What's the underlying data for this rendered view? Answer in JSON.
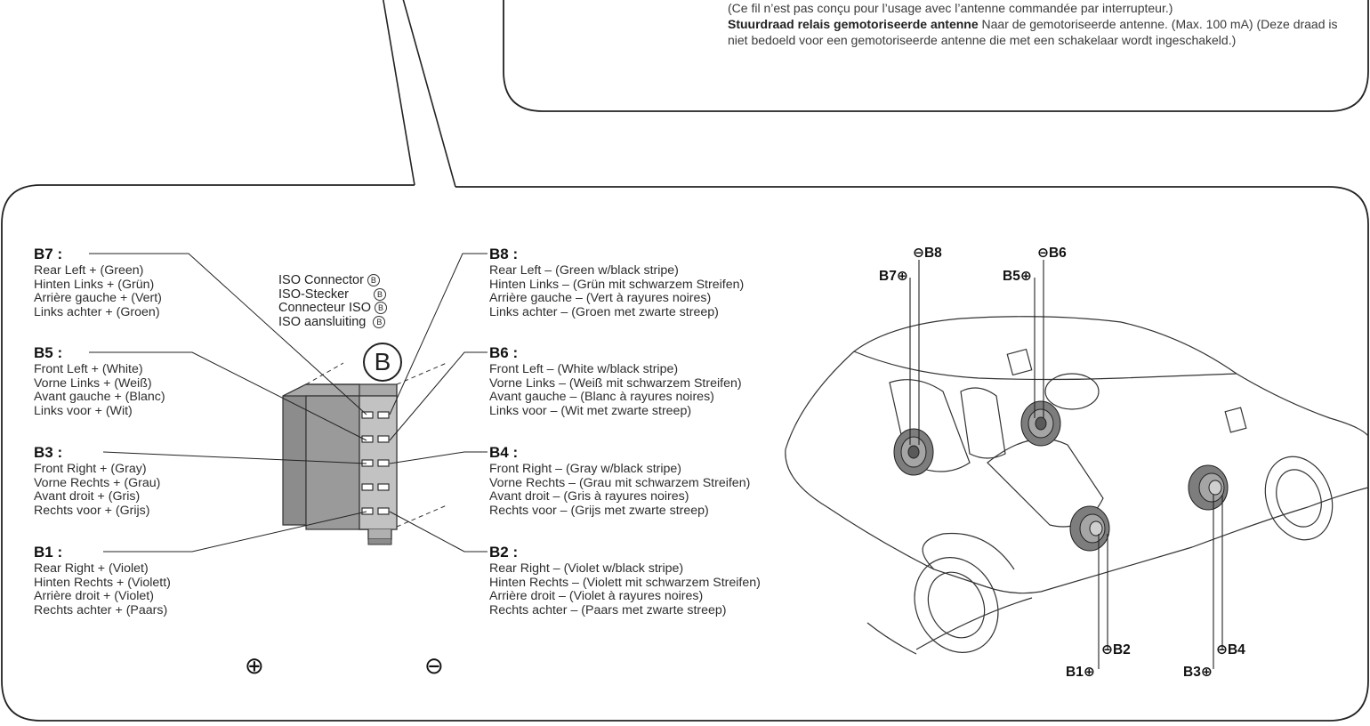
{
  "top_note": {
    "line1": "(Ce fil n’est pas conçu pour l’usage avec l’antenne commandée par interrupteur.)",
    "bold_term": "Stuurdraad relais gemotoriseerde antenne",
    "line2_rest": "  Naar de gemotoriseerde antenne. (Max. 100 mA) (Deze draad is niet bedoeld voor een gemotoriseerde antenne die met een schakelaar wordt ingeschakeld.)"
  },
  "iso_connector": {
    "labels": [
      "ISO Connector",
      "ISO-Stecker",
      "Connecteur ISO",
      "ISO aansluiting"
    ],
    "marker": "B",
    "big_marker": "B"
  },
  "pins_left": [
    {
      "id": "B7 :",
      "lines": [
        "Rear Left + (Green)",
        "Hinten Links + (Grün)",
        "Arrière gauche + (Vert)",
        "Links achter + (Groen)"
      ]
    },
    {
      "id": "B5 :",
      "lines": [
        "Front Left + (White)",
        "Vorne Links + (Weiß)",
        "Avant gauche + (Blanc)",
        "Links voor + (Wit)"
      ]
    },
    {
      "id": "B3 :",
      "lines": [
        "Front Right + (Gray)",
        "Vorne Rechts + (Grau)",
        "Avant droit + (Gris)",
        "Rechts voor + (Grijs)"
      ]
    },
    {
      "id": "B1 :",
      "lines": [
        "Rear Right + (Violet)",
        "Hinten Rechts + (Violett)",
        "Arrière droit + (Violet)",
        "Rechts achter + (Paars)"
      ]
    }
  ],
  "pins_right": [
    {
      "id": "B8 :",
      "lines": [
        "Rear Left – (Green w/black stripe)",
        "Hinten Links – (Grün mit schwarzem Streifen)",
        "Arrière gauche – (Vert à rayures noires)",
        "Links achter – (Groen met zwarte streep)"
      ]
    },
    {
      "id": "B6 :",
      "lines": [
        "Front Left – (White w/black stripe)",
        "Vorne Links – (Weiß mit schwarzem Streifen)",
        "Avant gauche – (Blanc à rayures noires)",
        "Links voor – (Wit met zwarte streep)"
      ]
    },
    {
      "id": "B4 :",
      "lines": [
        "Front Right – (Gray w/black stripe)",
        "Vorne Rechts – (Grau mit schwarzem Streifen)",
        "Avant droit – (Gris à rayures noires)",
        "Rechts voor – (Grijs met zwarte streep)"
      ]
    },
    {
      "id": "B2 :",
      "lines": [
        "Rear Right – (Violet w/black stripe)",
        "Hinten Rechts – (Violett mit schwarzem Streifen)",
        "Arrière droit – (Violet à rayures noires)",
        "Rechts achter – (Paars met zwarte streep)"
      ]
    }
  ],
  "polarity": {
    "plus": "⊕",
    "minus": "⊖"
  },
  "speaker_labels": {
    "b8": "⊖B8",
    "b7": "B7⊕",
    "b6": "⊖B6",
    "b5": "B5⊕",
    "b2": "⊖B2",
    "b1": "B1⊕",
    "b4": "⊖B4",
    "b3": "B3⊕"
  }
}
